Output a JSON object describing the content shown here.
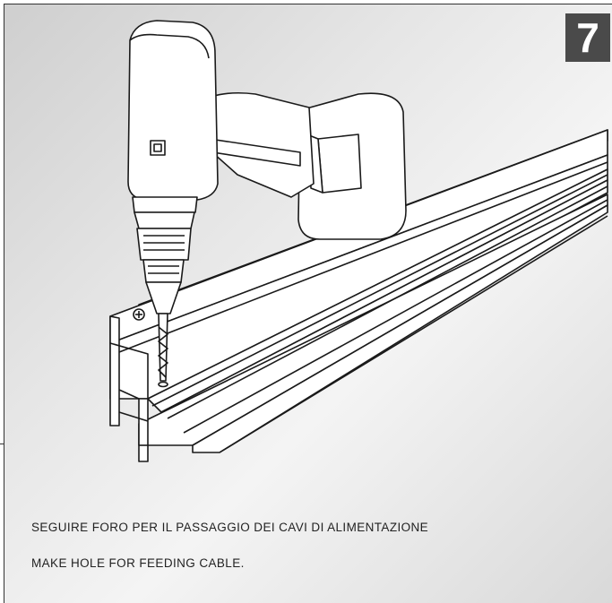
{
  "step": {
    "number": "7"
  },
  "instructions": {
    "italian": "SEGUIRE FORO PER IL PASSAGGIO DEI CAVI DI ALIMENTAZIONE",
    "english": "MAKE HOLE FOR FEEDING CABLE."
  },
  "illustration": {
    "subject": [
      "cordless-drill",
      "aluminium-profile-rail",
      "screw"
    ],
    "colors": {
      "line": "#1a1a1a",
      "fill": "#ffffff",
      "badge": "#4a4a4a"
    }
  }
}
